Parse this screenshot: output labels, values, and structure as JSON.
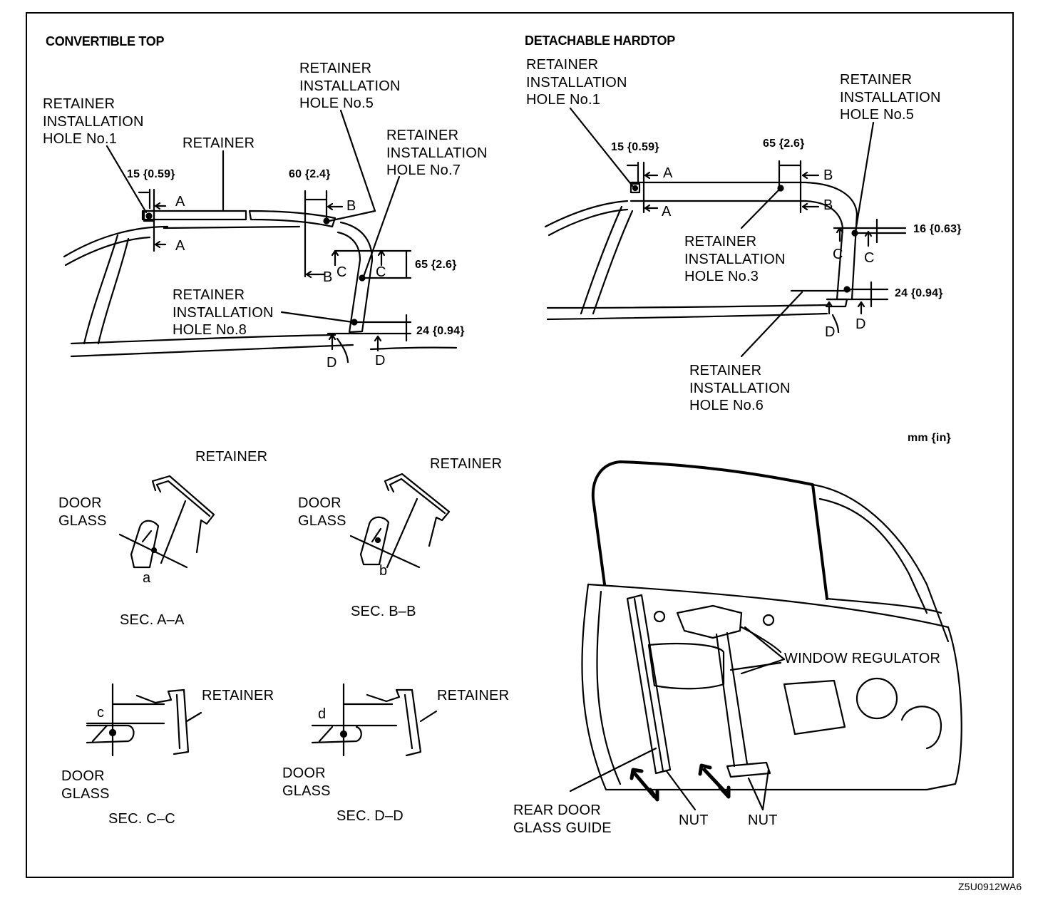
{
  "titles": {
    "convertible": "CONVERTIBLE TOP",
    "hardtop": "DETACHABLE HARDTOP"
  },
  "convertible": {
    "hole1": [
      "RETAINER",
      "INSTALLATION",
      "HOLE No.1"
    ],
    "retainer": "RETAINER",
    "hole5": [
      "RETAINER",
      "INSTALLATION",
      "HOLE No.5"
    ],
    "hole7": [
      "RETAINER",
      "INSTALLATION",
      "HOLE No.7"
    ],
    "hole8": [
      "RETAINER",
      "INSTALLATION",
      "HOLE No.8"
    ],
    "dim_a": "15 {0.59}",
    "dim_b": "60 {2.4}",
    "dim_c": "65 {2.6}",
    "dim_d": "24 {0.94}",
    "letters": {
      "a": "A",
      "b": "B",
      "c": "C",
      "d": "D"
    }
  },
  "hardtop": {
    "hole1": [
      "RETAINER",
      "INSTALLATION",
      "HOLE No.1"
    ],
    "hole5": [
      "RETAINER",
      "INSTALLATION",
      "HOLE No.5"
    ],
    "hole3": [
      "RETAINER",
      "INSTALLATION",
      "HOLE No.3"
    ],
    "hole6": [
      "RETAINER",
      "INSTALLATION",
      "HOLE No.6"
    ],
    "dim_a": "15 {0.59}",
    "dim_b": "65 {2.6}",
    "dim_c": "16 {0.63}",
    "dim_d": "24 {0.94}",
    "letters": {
      "a": "A",
      "b": "B",
      "c": "C",
      "d": "D"
    }
  },
  "units": "mm {in}",
  "sections": {
    "aa": {
      "title": "SEC. A–A",
      "retainer": "RETAINER",
      "glass": [
        "DOOR",
        "GLASS"
      ],
      "dim": "a"
    },
    "bb": {
      "title": "SEC. B–B",
      "retainer": "RETAINER",
      "glass": [
        "DOOR",
        "GLASS"
      ],
      "dim": "b"
    },
    "cc": {
      "title": "SEC. C–C",
      "retainer": "RETAINER",
      "glass": [
        "DOOR",
        "GLASS"
      ],
      "dim": "c"
    },
    "dd": {
      "title": "SEC. D–D",
      "retainer": "RETAINER",
      "glass": [
        "DOOR",
        "GLASS"
      ],
      "dim": "d"
    }
  },
  "door": {
    "window_regulator": "WINDOW REGULATOR",
    "rear_guide": [
      "REAR DOOR",
      "GLASS GUIDE"
    ],
    "nut": "NUT"
  },
  "code": "Z5U0912WA6"
}
